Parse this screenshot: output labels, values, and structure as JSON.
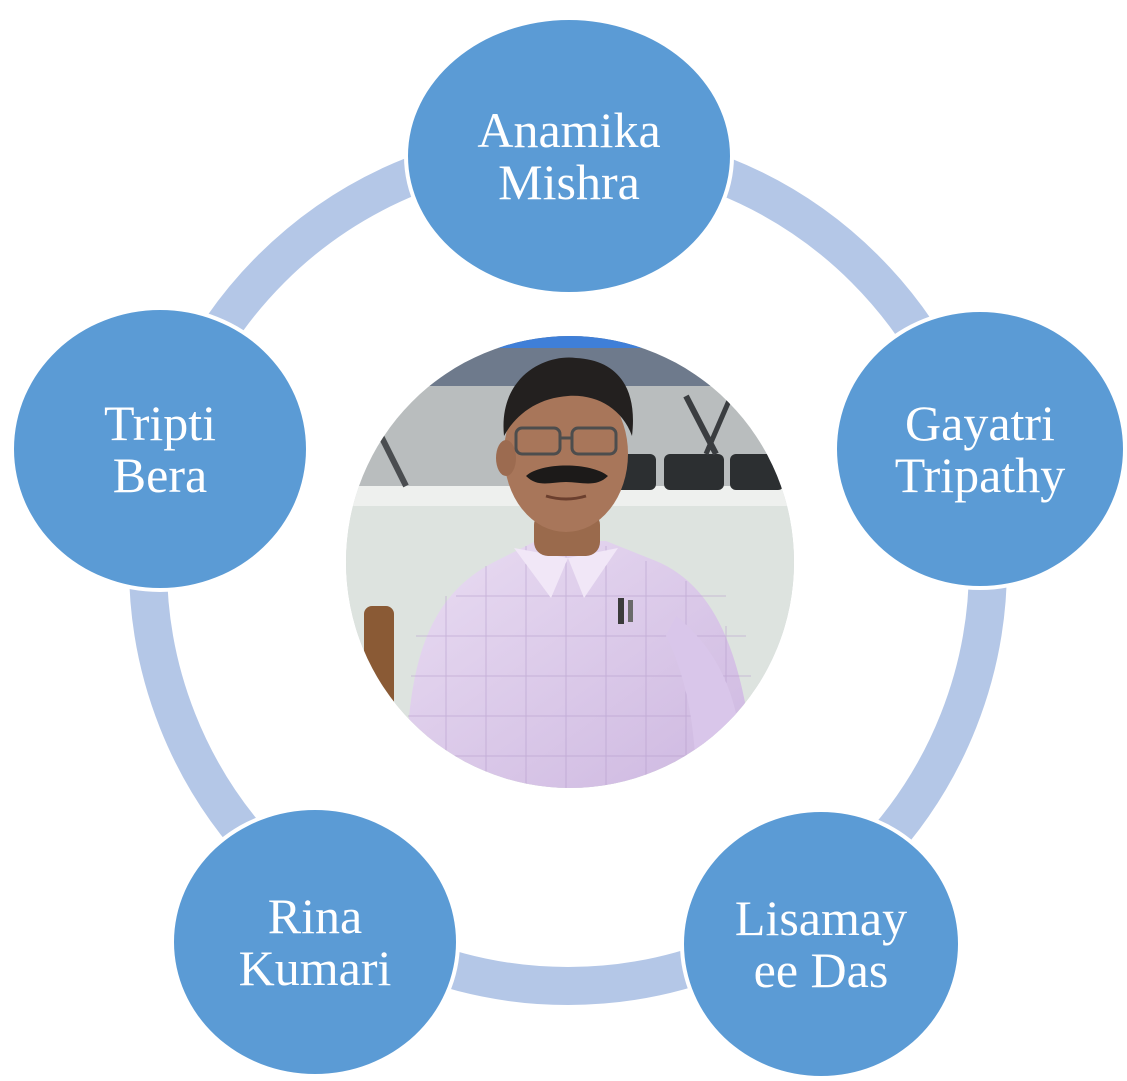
{
  "cycle": {
    "ring_color": "#b4c7e7",
    "node_color": "#5b9bd5",
    "text_color": "#ffffff",
    "nodes": [
      {
        "lines": [
          "Anamika",
          "Mishra"
        ]
      },
      {
        "lines": [
          "Gayatri",
          "Tripathy"
        ]
      },
      {
        "lines": [
          "Lisamay",
          "ee Das"
        ]
      },
      {
        "lines": [
          "Rina",
          "Kumari"
        ]
      },
      {
        "lines": [
          "Tripti",
          "Bera"
        ]
      }
    ]
  },
  "center": {
    "image": "portrait-photo",
    "subject": "man with glasses and mustache in lavender checked shirt"
  }
}
